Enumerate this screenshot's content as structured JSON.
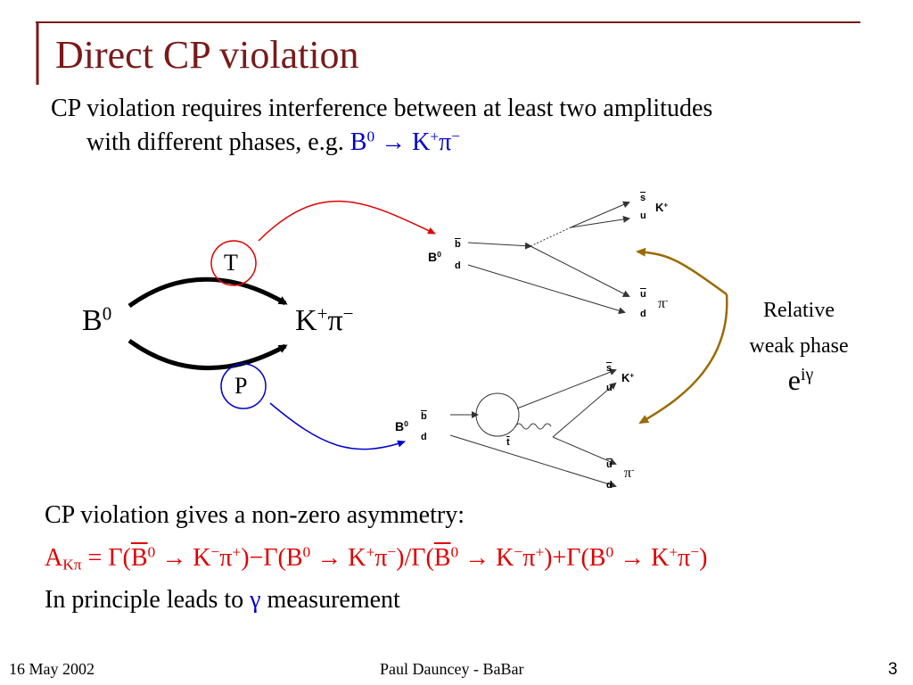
{
  "slide": {
    "title": "Direct CP violation",
    "bullet1": {
      "line1": "CP violation requires interference between at least two amplitudes",
      "line2_prefix": "with different phases, e.g. ",
      "decay_B": "B",
      "decay_B_sup": "0",
      "decay_arrow": " → ",
      "decay_K": "K",
      "decay_K_sup": "+",
      "decay_pi": "π",
      "decay_pi_sup": "−"
    },
    "diagram": {
      "initial": "B",
      "initial_sup": "0",
      "final_K": "K",
      "final_K_sup": "+",
      "final_pi": "π",
      "final_pi_sup": "−",
      "tree_label": "T",
      "penguin_label": "P"
    },
    "feynman_tree": {
      "meson": "B",
      "meson_sup": "0",
      "quark_bbar": "b",
      "quark_d": "d",
      "out_sbar": "s",
      "out_u": "u",
      "out_ubar": "u",
      "out_d": "d",
      "kaon": "K",
      "kaon_sup": "+",
      "pion": "π",
      "pion_sup": "-"
    },
    "feynman_penguin": {
      "meson": "B",
      "meson_sup": "0",
      "quark_bbar": "b",
      "quark_d": "d",
      "loop_tbar": "t",
      "out_sbar": "s",
      "out_u": "u",
      "out_ubar": "u",
      "out_d": "d",
      "kaon": "K",
      "kaon_sup": "+",
      "pion": "π",
      "pion_sup": "-"
    },
    "weak_phase": {
      "line1": "Relative",
      "line2": "weak phase",
      "exp_base": "e",
      "exp_sup": "iγ"
    },
    "bullet2": "CP violation gives a non-zero asymmetry:",
    "formula": {
      "A": "A",
      "A_sub": "Kπ",
      "eq": " = Γ(",
      "Bbar1": "B",
      "Bbar1_sup": "0",
      "arrow1": " → K",
      "k1_sup": "−",
      "pi1": "π",
      "pi1_sup": "+",
      "mid1": ")−Γ(B",
      "b2_sup": "0",
      "arrow2": " → K",
      "k2_sup": "+",
      "pi2": "π",
      "pi2_sup": "−",
      "mid2": ")/Γ(",
      "Bbar3": "B",
      "Bbar3_sup": "0",
      "arrow3": " → K",
      "k3_sup": "−",
      "pi3": "π",
      "pi3_sup": "+",
      "mid3": ")+Γ(B",
      "b4_sup": "0",
      "arrow4": " → K",
      "k4_sup": "+",
      "pi4": "π",
      "pi4_sup": "−",
      "end": ")"
    },
    "bullet3_prefix": "In principle leads to ",
    "bullet3_gamma": "γ",
    "bullet3_suffix": " measurement",
    "footer": {
      "date": "16 May 2002",
      "author": "Paul Dauncey - BaBar",
      "page": "3"
    },
    "colors": {
      "title": "#7a1a1a",
      "accent_bar": "#7a1a1a",
      "red": "#e00000",
      "blue": "#0000cc",
      "olive_arrow": "#9a6a00"
    }
  }
}
